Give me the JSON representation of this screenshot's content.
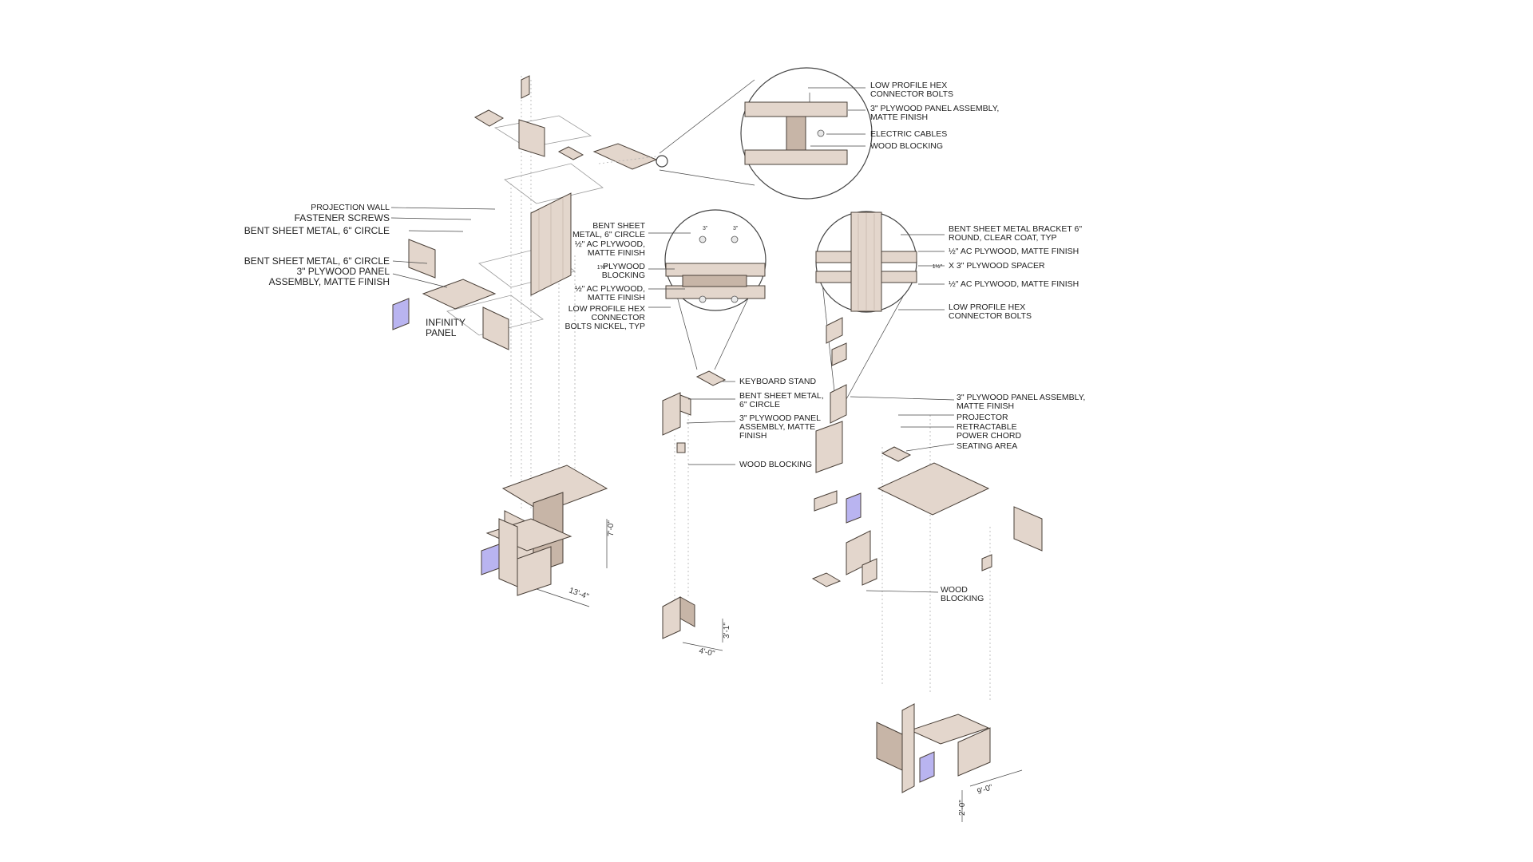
{
  "labels": {
    "projection_wall": "PROJECTION WALL",
    "fastener_screws": "FASTENER SCREWS",
    "bent_sheet_metal_6_circle_a": "BENT SHEET METAL, 6\" CIRCLE",
    "bent_sheet_metal_6_circle_b": "BENT SHEET METAL, 6\" CIRCLE",
    "plywood_panel_a1": "3\" PLYWOOD PANEL",
    "plywood_panel_a2": "ASSEMBLY, MATTE FINISH",
    "infinity_1": "INFINITY",
    "infinity_2": "PANEL",
    "detail1_1": "LOW PROFILE HEX",
    "detail1_2": "CONNECTOR BOLTS",
    "detail1_3": "3\" PLYWOOD PANEL ASSEMBLY,",
    "detail1_4": "MATTE FINISH",
    "detail1_5": "ELECTRIC CABLES",
    "detail1_6": "WOOD BLOCKING",
    "detail2_1": "BENT SHEET",
    "detail2_2": "METAL, 6\" CIRCLE",
    "detail2_3": "½\" AC PLYWOOD,",
    "detail2_4": "MATTE FINISH",
    "detail2_5": "PLYWOOD",
    "detail2_6": "BLOCKING",
    "detail2_5p": "1⅝\"",
    "detail2_7": "½\" AC PLYWOOD,",
    "detail2_8": "MATTE FINISH",
    "detail2_9": "LOW PROFILE HEX",
    "detail2_10": "CONNECTOR",
    "detail2_11": "BOLTS NICKEL, TYP",
    "detail3_1": "BENT SHEET METAL BRACKET 6\"",
    "detail3_2": "ROUND, CLEAR COAT, TYP",
    "detail3_3": "½\" AC PLYWOOD, MATTE FINISH",
    "detail3_4": "X 3\" PLYWOOD SPACER",
    "detail3_4p": "1½\"",
    "detail3_5": "½\" AC PLYWOOD, MATTE FINISH",
    "detail3_6": "LOW PROFILE HEX",
    "detail3_7": "CONNECTOR BOLTS",
    "keyboard_stand": "KEYBOARD STAND",
    "bent_sheet_b1": "BENT SHEET METAL,",
    "bent_sheet_b2": "6\" CIRCLE",
    "plywood_b1": "3\" PLYWOOD PANEL",
    "plywood_b2": "ASSEMBLY, MATTE",
    "plywood_b3": "FINISH",
    "wood_blocking_b": "WOOD BLOCKING",
    "plywood_c1": "3\" PLYWOOD PANEL ASSEMBLY,",
    "plywood_c2": "MATTE FINISH",
    "projector": "PROJECTOR",
    "retractable_1": "RETRACTABLE",
    "retractable_2": "POWER CHORD",
    "seating_area": "SEATING AREA",
    "wood_blocking_c1": "WOOD",
    "wood_blocking_c2": "BLOCKING"
  },
  "dimensions": {
    "a_height": "7'-0\"",
    "a_width": "13'-4\"",
    "b_height": "3'-1\"",
    "b_width": "4'-0\"",
    "c_height": "2'-0\"",
    "c_width": "9'-0\"",
    "detail_dim_a": "3\"",
    "detail_dim_b": "3\""
  },
  "colors": {
    "wood": "#e3d6cc",
    "wood_dark": "#c7b5a7",
    "infinity_panel": "#b9b4f0",
    "line": "#4a4038"
  }
}
